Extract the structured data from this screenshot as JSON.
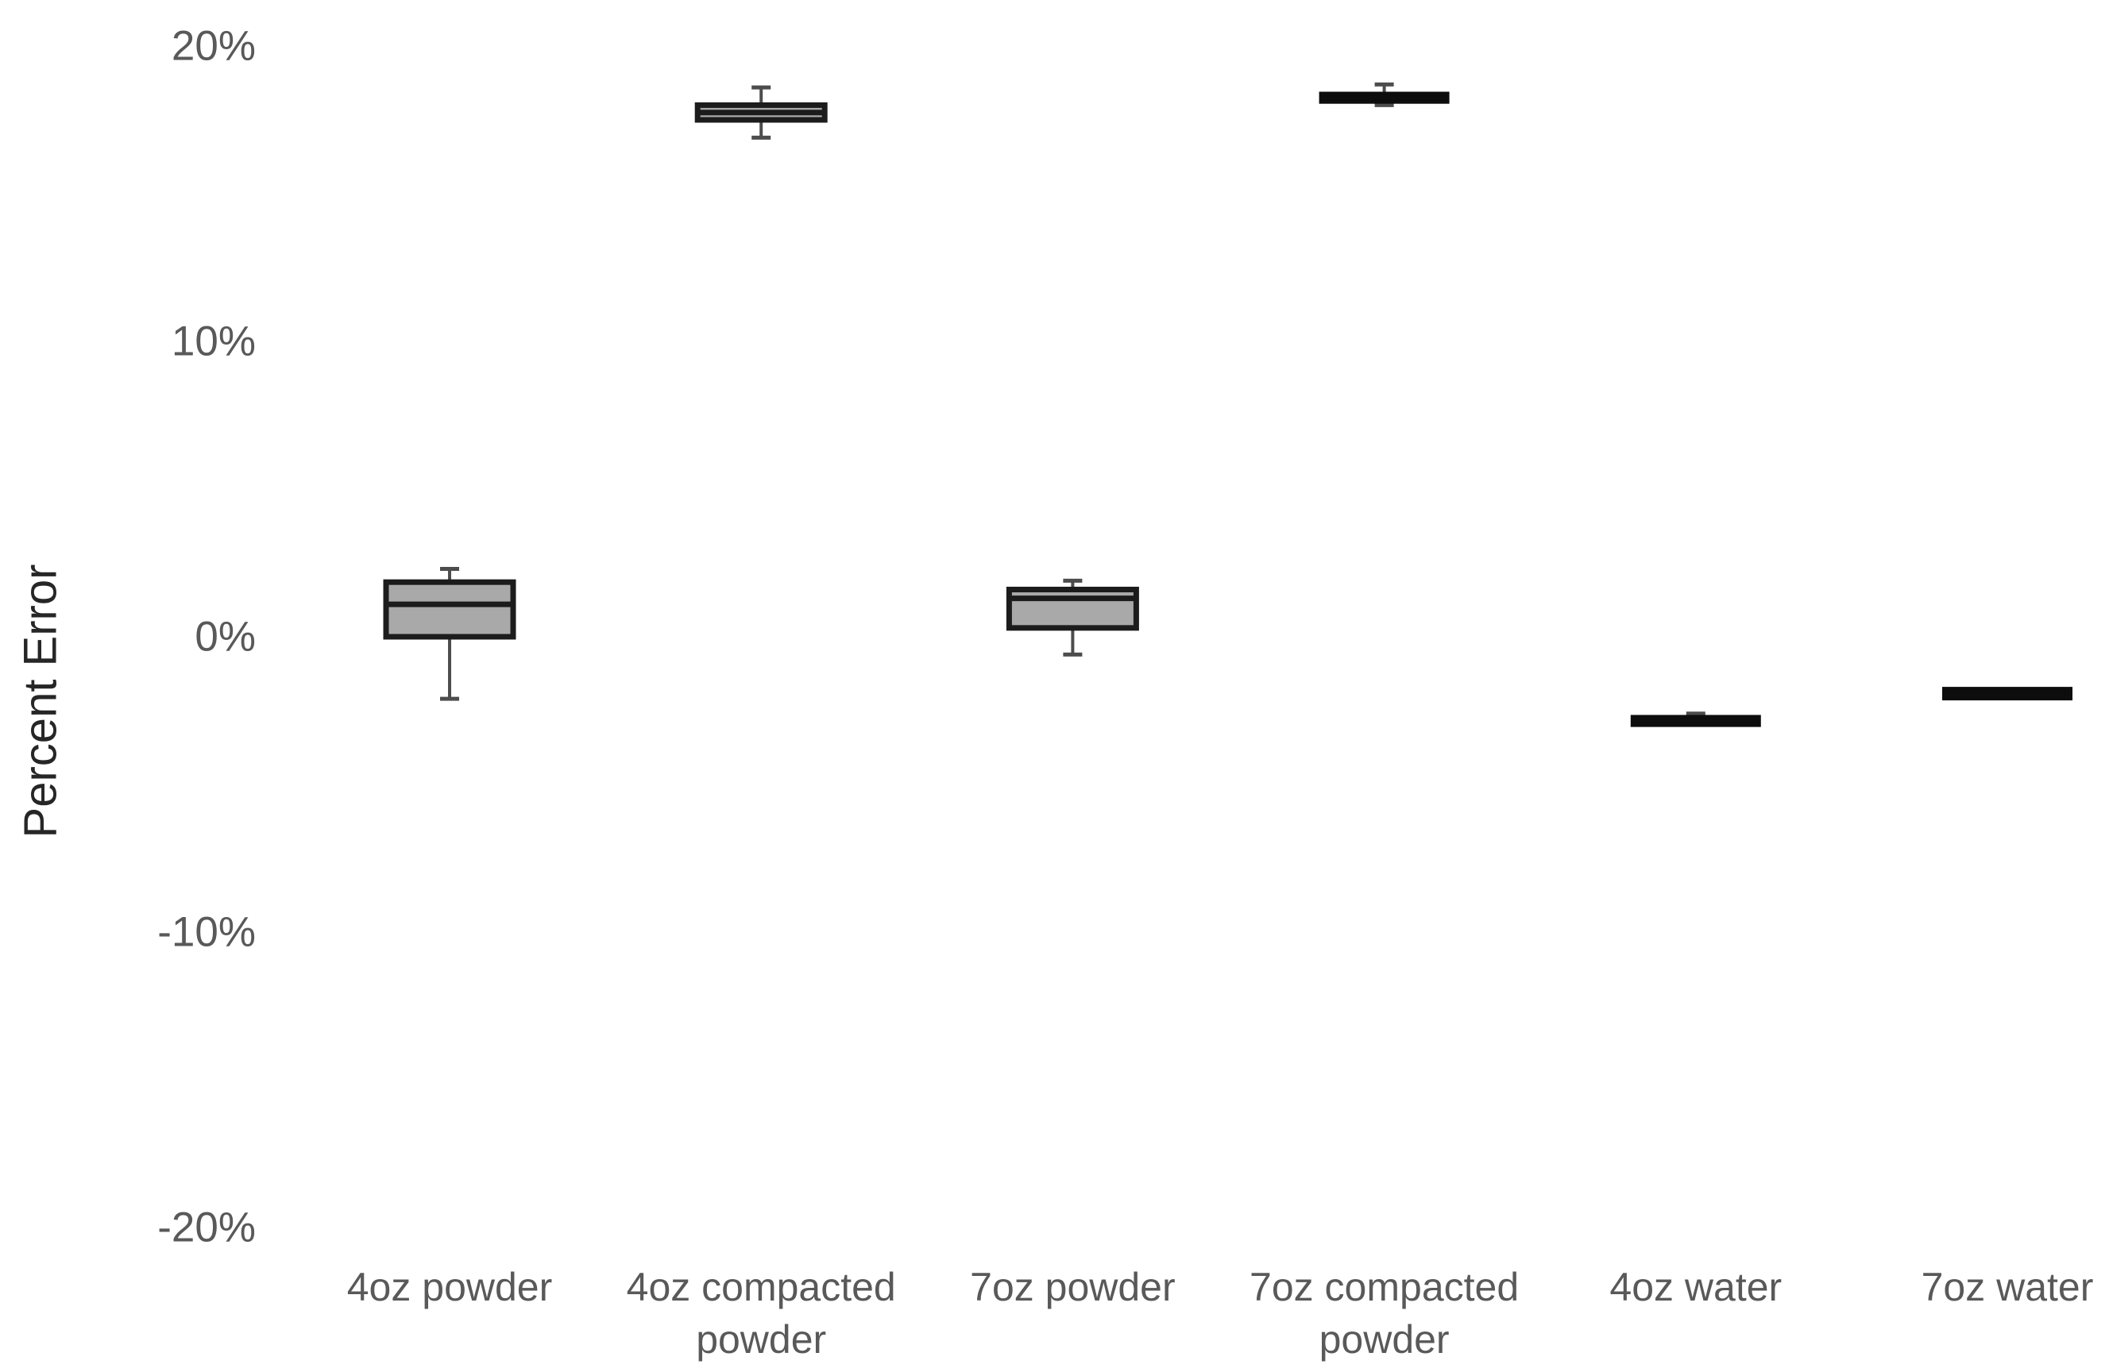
{
  "colors": {
    "background": "#ffffff",
    "box_fill": "#a9a9a9",
    "box_border": "#1c1c1c",
    "solid_bar": "#0d0d0d",
    "whisker": "#4d4d4d",
    "tick_label": "#595959",
    "category_label": "#595959",
    "axis_title": "#262626"
  },
  "chart_data": {
    "type": "box",
    "title": "",
    "xlabel": "",
    "ylabel": "Percent Error",
    "ylim": [
      -20,
      20
    ],
    "grid": false,
    "legend": null,
    "yticks": [
      {
        "label": "20%",
        "value": 20
      },
      {
        "label": "10%",
        "value": 10
      },
      {
        "label": "0%",
        "value": 0
      },
      {
        "label": "-10%",
        "value": -10
      },
      {
        "label": "-20%",
        "value": -20
      }
    ],
    "categories": [
      "4oz powder",
      "4oz compacted powder",
      "7oz powder",
      "7oz compacted powder",
      "4oz water",
      "7oz water"
    ],
    "series": [
      {
        "name": "4oz powder",
        "label_lines": [
          "4oz powder"
        ],
        "style": "box",
        "min": -2.1,
        "q1": 0.0,
        "median": 1.1,
        "q3": 1.85,
        "max": 2.3
      },
      {
        "name": "4oz compacted powder",
        "label_lines": [
          "4oz compacted",
          "powder"
        ],
        "style": "box",
        "min": 16.9,
        "q1": 17.5,
        "median": 17.75,
        "q3": 18.0,
        "max": 18.6
      },
      {
        "name": "7oz powder",
        "label_lines": [
          "7oz powder"
        ],
        "style": "box",
        "min": -0.6,
        "q1": 0.3,
        "median": 1.3,
        "q3": 1.6,
        "max": 1.9
      },
      {
        "name": "7oz compacted powder",
        "label_lines": [
          "7oz compacted",
          "powder"
        ],
        "style": "bar",
        "min": 18.0,
        "q1": 18.1,
        "median": 18.25,
        "q3": 18.4,
        "max": 18.7
      },
      {
        "name": "4oz water",
        "label_lines": [
          "4oz water"
        ],
        "style": "bar",
        "min": -3.0,
        "q1": -3.0,
        "median": -2.85,
        "q3": -2.7,
        "max": -2.6
      },
      {
        "name": "7oz water",
        "label_lines": [
          "7oz water"
        ],
        "style": "bar",
        "min": -2.1,
        "q1": -2.1,
        "median": -1.9,
        "q3": -1.75,
        "max": -1.75
      }
    ]
  }
}
